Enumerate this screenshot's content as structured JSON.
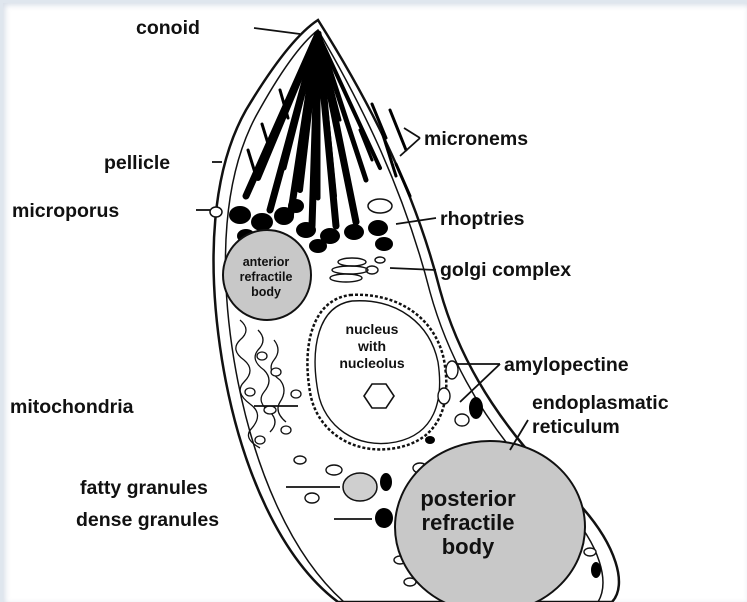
{
  "diagram": {
    "labels": {
      "conoid": "conoid",
      "pellicle": "pellicle",
      "microporus": "microporus",
      "micronems": "micronems",
      "rhoptries": "rhoptries",
      "golgi": "golgi complex",
      "amylopectine": "amylopectine",
      "endoplasmatic_1": "endoplasmatic",
      "endoplasmatic_2": "reticulum",
      "mitochondria": "mitochondria",
      "fatty": "fatty granules",
      "dense": "dense granules"
    },
    "anterior_body": [
      "anterior",
      "refractile",
      "body"
    ],
    "nucleus": [
      "nucleus",
      "with",
      "nucleolus"
    ],
    "posterior_body": [
      "posterior",
      "refractile",
      "body"
    ]
  }
}
